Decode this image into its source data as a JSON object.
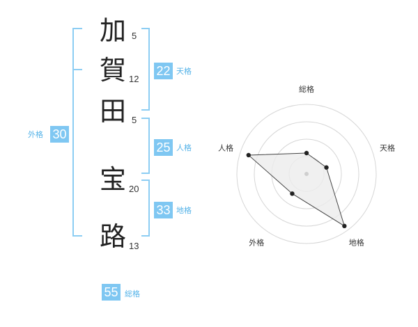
{
  "name": {
    "characters": [
      {
        "char": "加",
        "strokes": "5"
      },
      {
        "char": "賀",
        "strokes": "12"
      },
      {
        "char": "田",
        "strokes": "5"
      },
      {
        "char": "宝",
        "strokes": "20"
      },
      {
        "char": "路",
        "strokes": "13"
      }
    ]
  },
  "fortunes": {
    "tenkaku": {
      "value": "22",
      "label": "天格"
    },
    "jinkaku": {
      "value": "25",
      "label": "人格"
    },
    "chikaku": {
      "value": "33",
      "label": "地格"
    },
    "gaikaku": {
      "value": "30",
      "label": "外格"
    },
    "soukaku": {
      "value": "55",
      "label": "総格"
    }
  },
  "colors": {
    "accent": "#7fc7f2",
    "bracket": "#8ccdf3",
    "label": "#55b3e8",
    "radar_fill": "#ececec"
  },
  "chart_data": {
    "type": "radar",
    "axes": [
      "総格",
      "天格",
      "地格",
      "外格",
      "人格"
    ],
    "values": [
      1.2,
      1.2,
      3.7,
      1.4,
      3.5
    ],
    "range": [
      0,
      4
    ],
    "rings": 4,
    "grid": true
  }
}
